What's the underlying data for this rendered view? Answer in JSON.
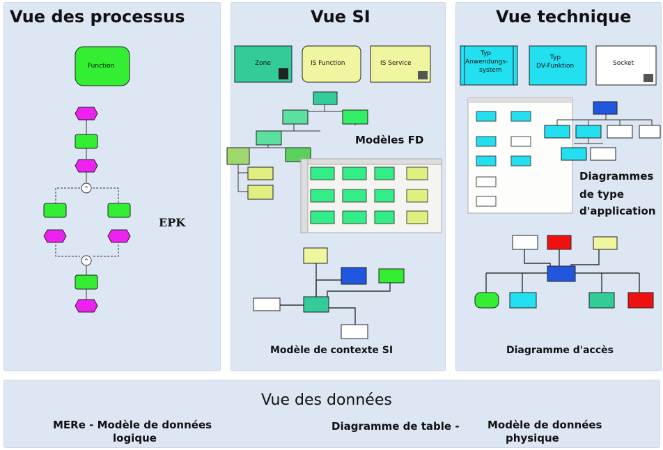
{
  "panels": {
    "process": {
      "title": "Vue des processus",
      "epk": "EPK"
    },
    "si": {
      "title": "Vue SI",
      "models_fd": "Modèles FD",
      "context": "Modèle de contexte SI"
    },
    "tech": {
      "title": "Vue technique",
      "app_type": [
        "Diagrammes",
        "de type",
        "d'application"
      ],
      "access": "Diagramme d'accès"
    },
    "data": {
      "title": "Vue des données",
      "left_line1": "MERe - Modèle de données",
      "left_line2": "logique",
      "right_a": "Diagramme de table -",
      "right_b": "Modèle de données",
      "right_c": "physique"
    }
  },
  "symbols": {
    "function": "Function",
    "zone": "Zone",
    "is_function": "IS Function",
    "is_service": "IS Service",
    "typ_anw_1": "Typ",
    "typ_anw_2": "Anwendungs-",
    "typ_anw_3": "system",
    "typ_dv_1": "Typ",
    "typ_dv_2": "DV-Funktion",
    "socket": "Socket"
  },
  "colors": {
    "panel_bg": "#dde6f3",
    "epk_function": "#33ee33",
    "epk_event": "#ee22ee",
    "si_zone": "#33cc99",
    "si_yellow": "#f0f5a0",
    "tech_cyan": "#22e0f0",
    "tech_blue": "#2255dd",
    "red": "#ee1111"
  }
}
